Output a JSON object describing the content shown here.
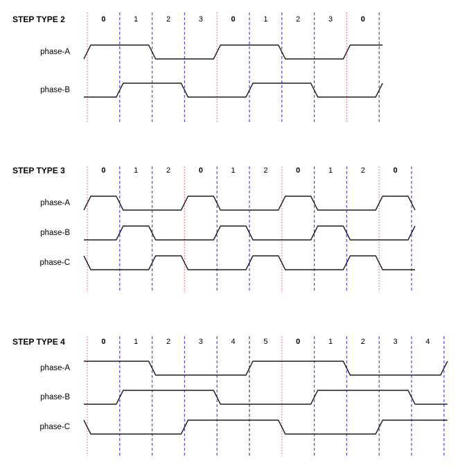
{
  "diagram_type": "stepper-motor-phase-timing-diagram",
  "colors": {
    "cycle_start_line": "#f08f8f",
    "step_line": "#5656e0",
    "dark_line": "#555555",
    "waveform": "#1c1c1c",
    "text": "#000000",
    "background": "#ffffff"
  },
  "sections": [
    {
      "title": "STEP TYPE 2",
      "step_labels": [
        "0",
        "1",
        "2",
        "3",
        "0",
        "1",
        "2",
        "3",
        "0"
      ],
      "boundary_colors": [
        "red",
        "blue",
        "blue",
        "blue",
        "red",
        "blue",
        "blue",
        "blue",
        "red",
        "blue"
      ],
      "phases": [
        {
          "label": "phase-A",
          "prev": 0,
          "steps": [
            1,
            1,
            0,
            0,
            1,
            1,
            0,
            0,
            1
          ],
          "next": 1
        },
        {
          "label": "phase-B",
          "prev": 0,
          "steps": [
            0,
            1,
            1,
            0,
            0,
            1,
            1,
            0,
            0
          ],
          "next": 1
        }
      ]
    },
    {
      "title": "STEP TYPE 3",
      "step_labels": [
        "0",
        "1",
        "2",
        "0",
        "1",
        "2",
        "0",
        "1",
        "2",
        "0"
      ],
      "boundary_colors": [
        "red",
        "blue",
        "blue",
        "red",
        "blue",
        "blue",
        "red",
        "blue",
        "blue",
        "red",
        "blue"
      ],
      "phases": [
        {
          "label": "phase-A",
          "prev": 0,
          "steps": [
            1,
            0,
            0,
            1,
            0,
            0,
            1,
            0,
            0,
            1
          ],
          "next": 0
        },
        {
          "label": "phase-B",
          "prev": 0,
          "steps": [
            0,
            1,
            0,
            0,
            1,
            0,
            0,
            1,
            0,
            0
          ],
          "next": 1
        },
        {
          "label": "phase-C",
          "prev": 1,
          "steps": [
            0,
            0,
            1,
            0,
            0,
            1,
            0,
            0,
            1,
            0
          ],
          "next": 0
        }
      ]
    },
    {
      "title": "STEP TYPE 4",
      "step_labels": [
        "0",
        "1",
        "2",
        "3",
        "4",
        "5",
        "0",
        "1",
        "2",
        "3",
        "4"
      ],
      "boundary_colors": [
        "red",
        "blue",
        "blue",
        "blue",
        "blue",
        "dark",
        "red",
        "blue",
        "blue",
        "blue",
        "blue",
        "blue"
      ],
      "phases": [
        {
          "label": "phase-A",
          "prev": 1,
          "steps": [
            1,
            1,
            0,
            0,
            0,
            1,
            1,
            1,
            0,
            0,
            0
          ],
          "next": 1
        },
        {
          "label": "phase-B",
          "prev": 0,
          "steps": [
            0,
            1,
            1,
            1,
            0,
            0,
            0,
            1,
            1,
            1,
            0
          ],
          "next": 0
        },
        {
          "label": "phase-C",
          "prev": 1,
          "steps": [
            0,
            0,
            0,
            1,
            1,
            1,
            0,
            0,
            0,
            1,
            1
          ],
          "next": 1
        }
      ]
    }
  ]
}
